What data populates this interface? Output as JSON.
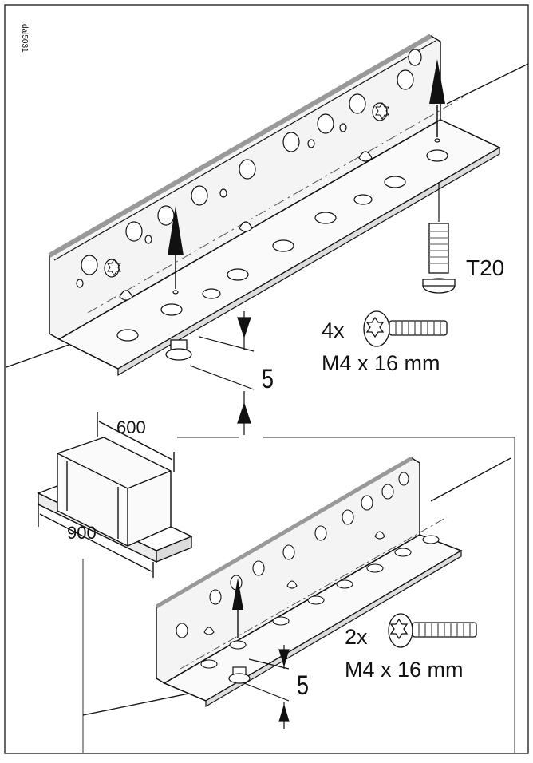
{
  "figure": {
    "code": "dal5031",
    "top_panel": {
      "screw_drive": "T20",
      "screw_quantity": "4x",
      "screw_size": "M4 x 16 mm",
      "gap_dimension": "5"
    },
    "cabinet_icon": {
      "width_dimension": "600",
      "depth_dimension": "900"
    },
    "bottom_panel": {
      "screw_quantity": "2x",
      "screw_size": "M4 x 16 mm",
      "gap_dimension": "5"
    }
  }
}
